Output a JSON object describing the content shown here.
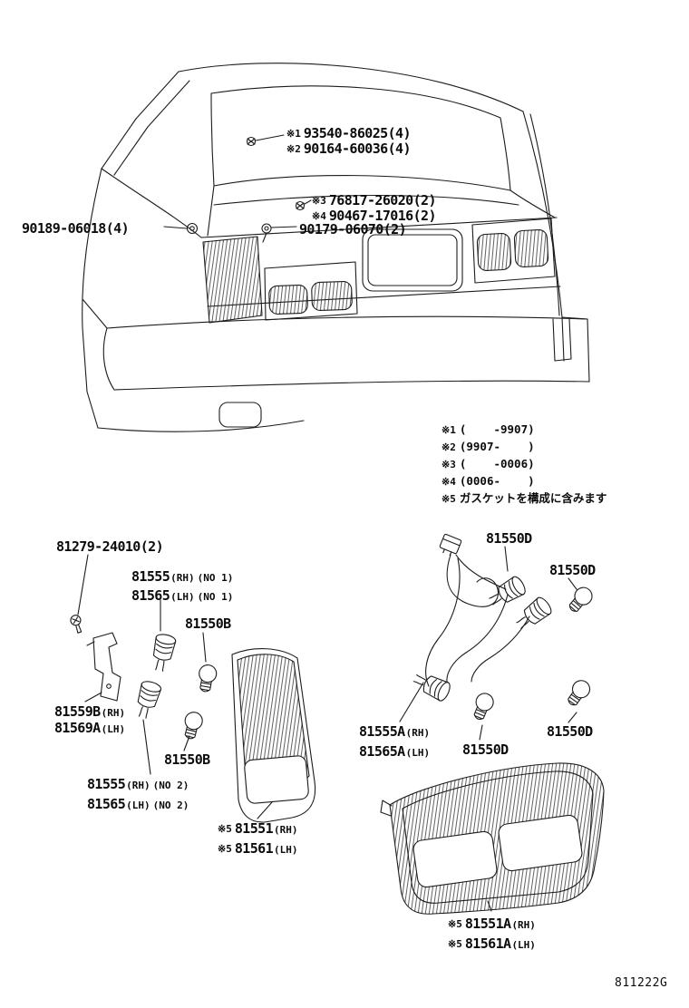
{
  "doc": {
    "code": "811222G"
  },
  "callouts": {
    "c1": {
      "prefix": "※1",
      "num": "93540-86025(4)"
    },
    "c2": {
      "prefix": "※2",
      "num": "90164-60036(4)"
    },
    "c3": {
      "prefix": "※3",
      "num": "76817-26020(2)"
    },
    "c4": {
      "prefix": "※4",
      "num": "90467-17016(2)"
    },
    "c5": {
      "num": "90179-06070(2)"
    },
    "c6": {
      "num": "90189-06018(4)"
    }
  },
  "notes": [
    {
      "prefix": "※1",
      "text": "(    -9907)"
    },
    {
      "prefix": "※2",
      "text": "(9907-    )"
    },
    {
      "prefix": "※3",
      "text": "(    -0006)"
    },
    {
      "prefix": "※4",
      "text": "(0006-    )"
    },
    {
      "prefix": "※5",
      "text": "ガスケットを構成に含みます"
    }
  ],
  "left": {
    "bolt": {
      "num": "81279-24010(2)"
    },
    "s1rh": {
      "num": "81555",
      "side": "(RH)",
      "seq": "(NO 1)"
    },
    "s1lh": {
      "num": "81565",
      "side": "(LH)",
      "seq": "(NO 1)"
    },
    "bulb_top": {
      "num": "81550B"
    },
    "brk_rh": {
      "num": "81559B",
      "side": "(RH)"
    },
    "brk_lh": {
      "num": "81569A",
      "side": "(LH)"
    },
    "bulb_bot": {
      "num": "81550B"
    },
    "s2rh": {
      "num": "81555",
      "side": "(RH)",
      "seq": "(NO 2)"
    },
    "s2lh": {
      "num": "81565",
      "side": "(LH)",
      "seq": "(NO 2)"
    },
    "lens_rh": {
      "prefix": "※5",
      "num": "81551",
      "side": "(RH)"
    },
    "lens_lh": {
      "prefix": "※5",
      "num": "81561",
      "side": "(LH)"
    }
  },
  "right": {
    "b1": {
      "num": "81550D"
    },
    "b2": {
      "num": "81550D"
    },
    "h_rh": {
      "num": "81555A",
      "side": "(RH)"
    },
    "h_lh": {
      "num": "81565A",
      "side": "(LH)"
    },
    "b3": {
      "num": "81550D"
    },
    "b4": {
      "num": "81550D"
    },
    "lamp_rh": {
      "prefix": "※5",
      "num": "81551A",
      "side": "(RH)"
    },
    "lamp_lh": {
      "prefix": "※5",
      "num": "81561A",
      "side": "(LH)"
    }
  }
}
